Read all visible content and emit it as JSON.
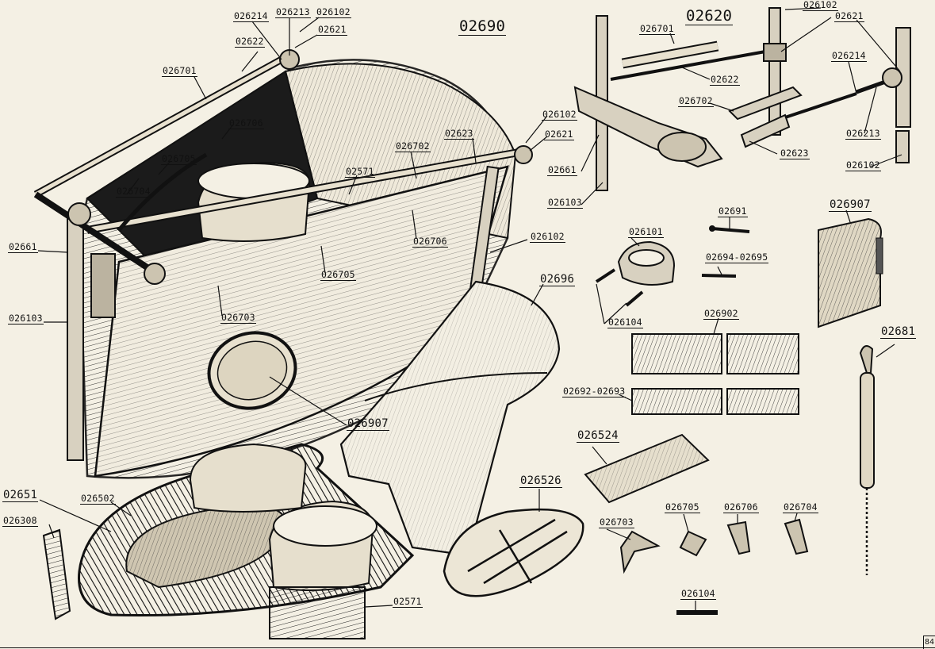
{
  "colors": {
    "ink": "#111111",
    "paper": "#f4f0e4",
    "shade": "#d8d1c0"
  },
  "headers": {
    "main_assembly": "02690",
    "frame_assembly": "02620"
  },
  "labels": {
    "l026214a": "026214",
    "l026213a": "026213",
    "l026102a": "026102",
    "l02622a": "02622",
    "l02621a": "02621",
    "l026701a": "026701",
    "l026706a": "026706",
    "l026705a": "026705",
    "l026704a": "026704",
    "l026102b": "026102",
    "l02621b": "02621",
    "l02623a": "02623",
    "l026702a": "026702",
    "l02571a": "02571",
    "l026706b": "026706",
    "l026705b": "026705",
    "l026703a": "026703",
    "l02661a": "02661",
    "l026103a": "026103",
    "l026102c": "026102",
    "l02696": "02696",
    "l026907a": "026907",
    "l02651": "02651",
    "l026502": "026502",
    "l026308": "026308",
    "l02571b": "02571",
    "l026102d": "026102",
    "l026701b": "026701",
    "l02621c": "02621",
    "l02622b": "02622",
    "l026214b": "026214",
    "l026702b": "026702",
    "l026213b": "026213",
    "l02661b": "02661",
    "l02623b": "02623",
    "l026102e": "026102",
    "l026103b": "026103",
    "l02691": "02691",
    "l026101": "026101",
    "l02694": "02694-02695",
    "l026907b": "026907",
    "l026104a": "026104",
    "l026902": "026902",
    "l02681": "02681",
    "l02692": "02692-02693",
    "l026524": "026524",
    "l026526": "026526",
    "l026705c": "026705",
    "l026706c": "026706",
    "l026704b": "026704",
    "l026703b": "026703",
    "l026104b": "026104"
  },
  "page_number": "84"
}
